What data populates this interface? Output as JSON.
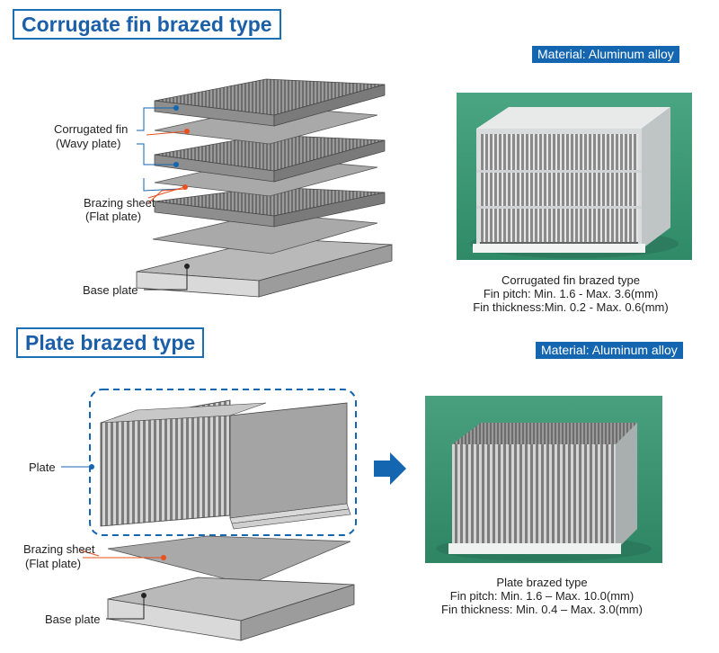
{
  "section1": {
    "title": "Corrugate fin brazed type",
    "material": "Material: Aluminum alloy",
    "labels": {
      "corrugated_fin_line1": "Corrugated fin",
      "corrugated_fin_line2": "(Wavy plate)",
      "brazing_sheet_line1": "Brazing sheet",
      "brazing_sheet_line2": "(Flat plate)",
      "base_plate": "Base plate"
    },
    "caption": {
      "line1": "Corrugated fin brazed type",
      "line2": "Fin pitch: Min. 1.6 - Max. 3.6(mm)",
      "line3": "Fin thickness:Min. 0.2 - Max. 0.6(mm)"
    }
  },
  "section2": {
    "title": "Plate brazed type",
    "material": "Material: Aluminum alloy",
    "labels": {
      "plate": "Plate",
      "brazing_sheet_line1": "Brazing sheet",
      "brazing_sheet_line2": "(Flat plate)",
      "base_plate": "Base plate"
    },
    "caption": {
      "line1": "Plate brazed type",
      "line2": "Fin pitch: Min. 1.6 – Max. 10.0(mm)",
      "line3": "Fin thickness: Min. 0.4 – Max. 3.0(mm)"
    }
  },
  "colors": {
    "accent_blue": "#1466b0",
    "leader_orange": "#e8501e",
    "photo_bg": "#3f9a78"
  }
}
